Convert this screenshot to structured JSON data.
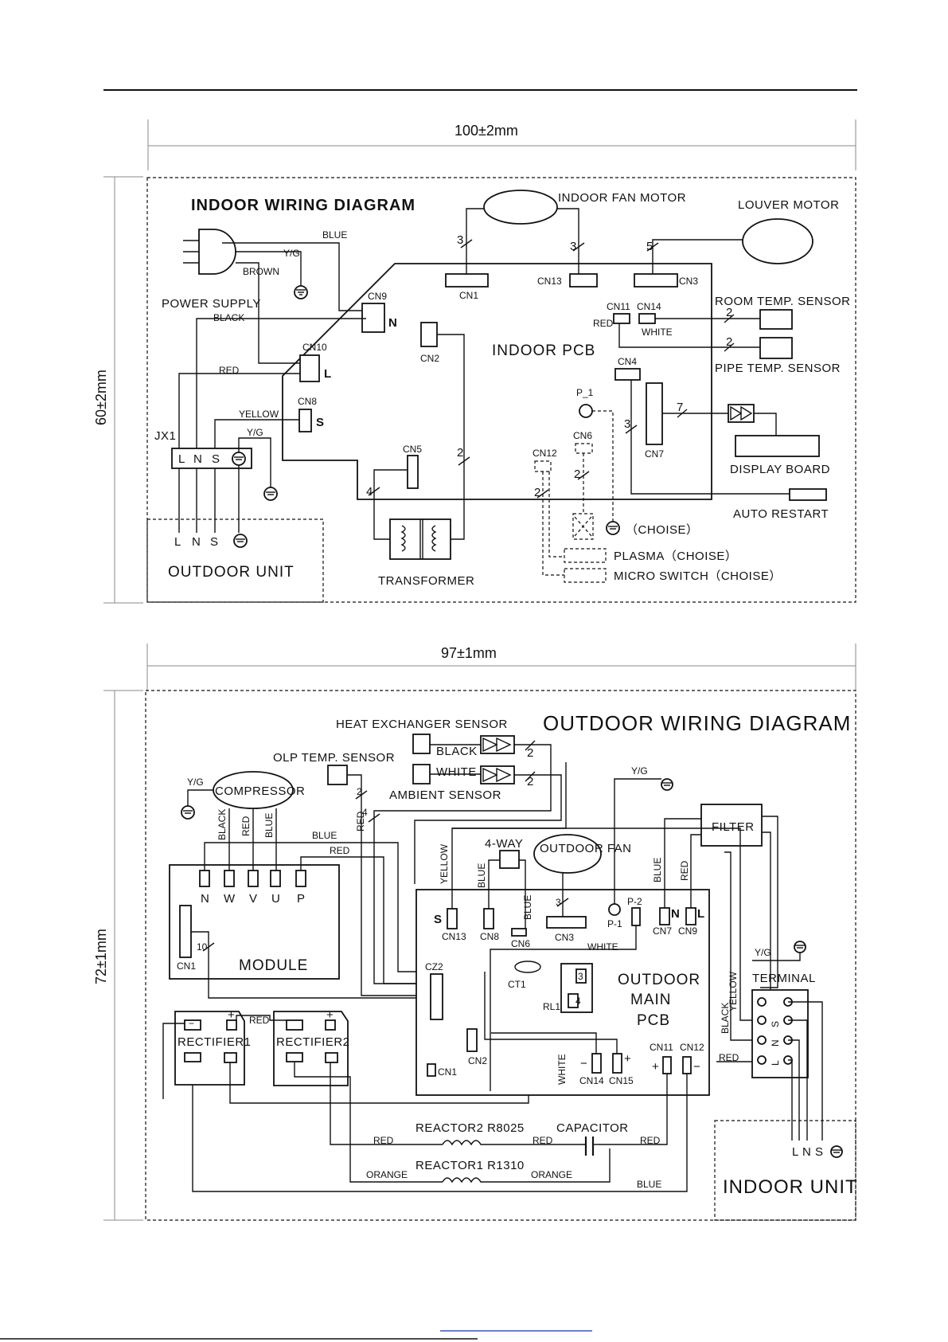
{
  "dims": {
    "top_width": "100±2mm",
    "top_height": "60±2mm",
    "bottom_width": "97±1mm",
    "bottom_height": "72±1mm"
  },
  "indoor": {
    "title": "INDOOR WIRING DIAGRAM",
    "fan_motor": "INDOOR FAN MOTOR",
    "louver_motor": "LOUVER MOTOR",
    "power_supply": "POWER SUPPLY",
    "pcb": "INDOOR PCB",
    "room_sensor": "ROOM TEMP. SENSOR",
    "pipe_sensor": "PIPE TEMP. SENSOR",
    "display_board": "DISPLAY BOARD",
    "auto_restart": "AUTO RESTART",
    "transformer": "TRANSFORMER",
    "outdoor_unit": "OUTDOOR UNIT",
    "plasma": "PLASMA（CHOISE）",
    "micro_switch": "MICRO SWITCH（CHOISE）",
    "choise": "（CHOISE）",
    "jx1": "JX1",
    "p1": "P_1",
    "connectors": {
      "cn1": "CN1",
      "cn2": "CN2",
      "cn3": "CN3",
      "cn4": "CN4",
      "cn5": "CN5",
      "cn6": "CN6",
      "cn7": "CN7",
      "cn8": "CN8",
      "cn9": "CN9",
      "cn10": "CN10",
      "cn11": "CN11",
      "cn12": "CN12",
      "cn13": "CN13",
      "cn14": "CN14"
    },
    "wires": {
      "blue": "BLUE",
      "yg": "Y/G",
      "brown": "BROWN",
      "black": "BLACK",
      "red": "RED",
      "yellow": "YELLOW",
      "white": "WHITE"
    },
    "terms": {
      "n": "N",
      "l": "L",
      "s": "S"
    },
    "counts": {
      "c3": "3",
      "c5": "5",
      "c2": "2",
      "c7": "7",
      "c4": "4"
    }
  },
  "outdoor": {
    "title": "OUTDOOR WIRING DIAGRAM",
    "heat_exchanger": "HEAT EXCHANGER SENSOR",
    "olp": "OLP TEMP. SENSOR",
    "ambient": "AMBIENT SENSOR",
    "compressor": "COMPRESSOR",
    "four_way": "4-WAY",
    "outdoor_fan": "OUTDOOR FAN",
    "filter": "FILTER",
    "module": "MODULE",
    "pcb": [
      "OUTDOOR",
      "MAIN",
      "PCB"
    ],
    "terminal": "TERMINAL",
    "rectifier1": "RECTIFIER1",
    "rectifier2": "RECTIFIER2",
    "reactor2": "REACTOR2 R8025",
    "reactor1": "REACTOR1 R1310",
    "capacitor": "CAPACITOR",
    "indoor_unit": "INDOOR UNIT",
    "module_pins": [
      "N",
      "W",
      "V",
      "U",
      "P"
    ],
    "connectors": {
      "cn13": "CN13",
      "cn8": "CN8",
      "cn6": "CN6",
      "cn3": "CN3",
      "cn7": "CN7",
      "cn9": "CN9",
      "cn1": "CN1",
      "cz2": "CZ2",
      "ct1": "CT1",
      "rl1": "RL1",
      "cn2": "CN2",
      "cn14": "CN14",
      "cn15": "CN15",
      "cn11": "CN11",
      "cn12": "CN12",
      "p1": "P-1",
      "p2": "P-2"
    },
    "wires": {
      "black": "BLACK",
      "white": "WHITE",
      "yg": "Y/G",
      "red": "RED",
      "blue": "BLUE",
      "yellow": "YELLOW",
      "orange": "ORANGE"
    },
    "terms": {
      "s": "S",
      "n": "N",
      "l": "L",
      "plus": "+",
      "minus": "−",
      "lns": "L N S",
      "t3": "3",
      "t4": "4",
      "c10": "10",
      "c2": "2",
      "c4": "4"
    }
  }
}
